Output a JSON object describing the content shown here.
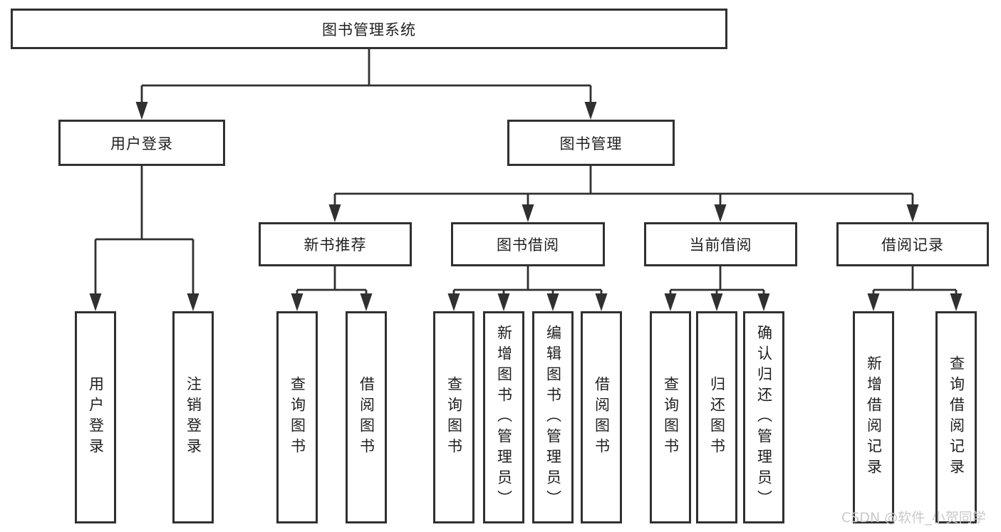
{
  "diagram": {
    "title": "图书管理系统",
    "branches": [
      {
        "label": "用户登录",
        "leaves": [
          "用户登录",
          "注销登录"
        ]
      },
      {
        "label": "图书管理",
        "groups": [
          {
            "label": "新书推荐",
            "leaves": [
              "查询图书",
              "借阅图书"
            ]
          },
          {
            "label": "图书借阅",
            "leaves": [
              "查询图书",
              "新增图书（管理员）",
              "编辑图书（管理员）",
              "借阅图书"
            ]
          },
          {
            "label": "当前借阅",
            "leaves": [
              "查询图书",
              "归还图书",
              "确认归还（管理员）"
            ]
          },
          {
            "label": "借阅记录",
            "leaves": [
              "新增借阅记录",
              "查询借阅记录"
            ]
          }
        ]
      }
    ],
    "colors": {
      "line": "#303030",
      "text": "#1f1f1f",
      "background": "#ffffff",
      "watermark": "#c9c9c9"
    },
    "watermark": "CSDN @软件_小贺同学"
  }
}
